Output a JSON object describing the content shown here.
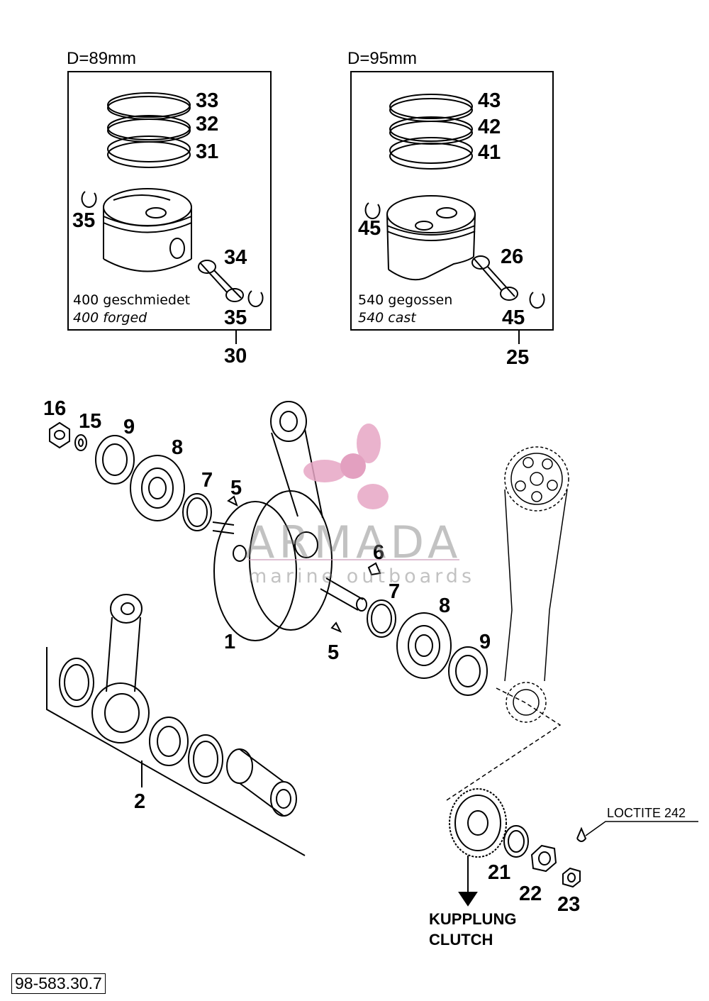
{
  "document_number": "98-583.30.7",
  "piston_kits": [
    {
      "diameter": "D=89mm",
      "caption_de": "400 geschmiedet",
      "caption_en": "400 forged",
      "parts": [
        "33",
        "32",
        "31",
        "35",
        "34",
        "35"
      ],
      "assembly": "30"
    },
    {
      "diameter": "D=95mm",
      "caption_de": "540 gegossen",
      "caption_en": "540 cast",
      "parts": [
        "43",
        "42",
        "41",
        "45",
        "26",
        "45"
      ],
      "assembly": "25"
    }
  ],
  "crank_labels": [
    "16",
    "15",
    "9",
    "8",
    "7",
    "5",
    "1",
    "6",
    "7",
    "8",
    "5",
    "9"
  ],
  "conrod_label": "2",
  "gear_labels": [
    "21",
    "22",
    "23"
  ],
  "loctite_note": "LOCTITE 242",
  "clutch_de": "KUPPLUNG",
  "clutch_en": "CLUTCH",
  "watermark": {
    "title": "ARMADA",
    "subtitle": "marine outboards",
    "logo_color": "#e6a6c4",
    "text_color": "#808080"
  }
}
